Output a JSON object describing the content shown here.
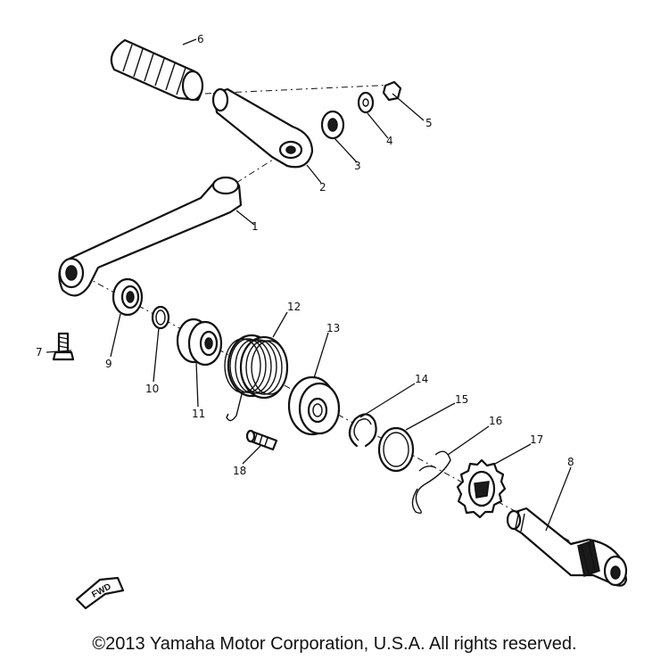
{
  "callouts": [
    "1",
    "2",
    "3",
    "4",
    "5",
    "6",
    "7",
    "8",
    "9",
    "10",
    "11",
    "12",
    "13",
    "14",
    "15",
    "16",
    "17",
    "18"
  ],
  "fwd_label": "FWD",
  "copyright": "©2013 Yamaha Motor Corporation, U.S.A. All rights reserved."
}
